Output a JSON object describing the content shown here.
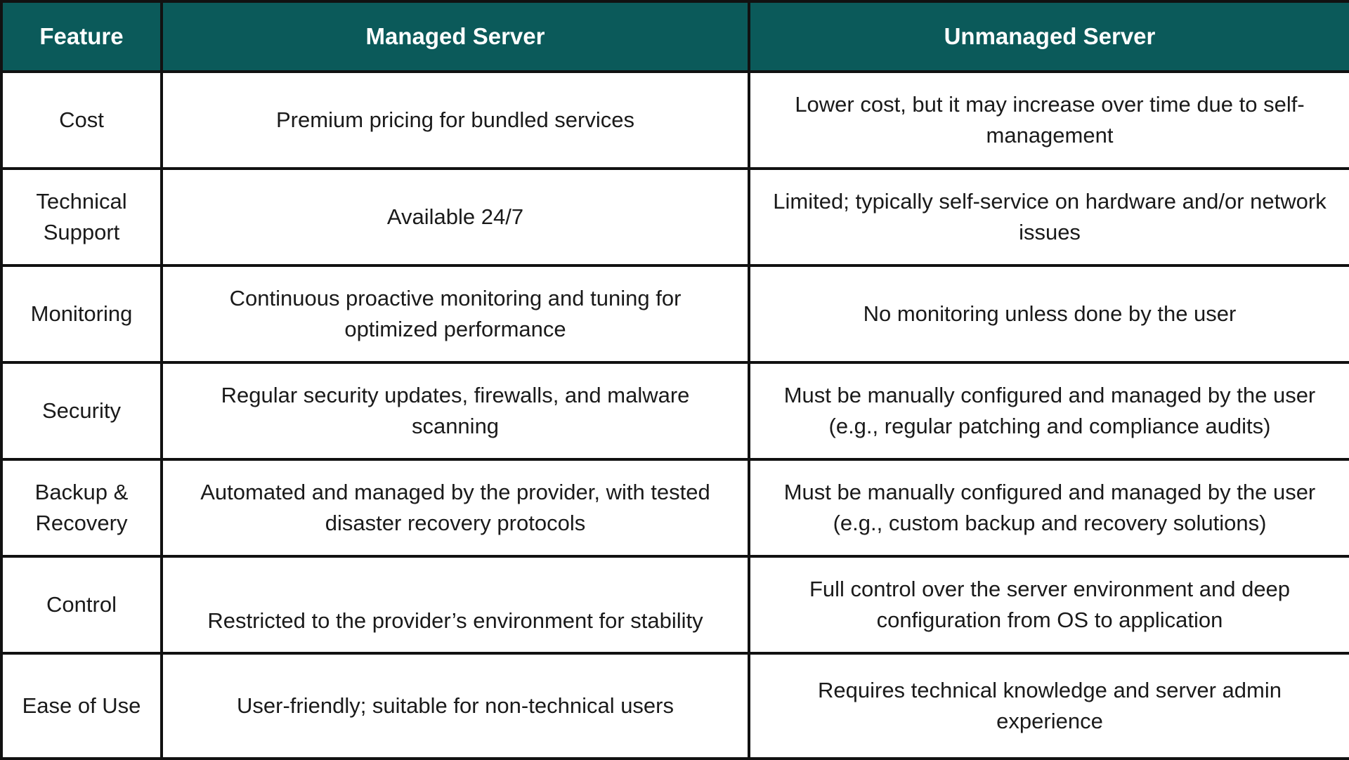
{
  "table": {
    "headers": [
      "Feature",
      "Managed Server",
      "Unmanaged Server"
    ],
    "rows": [
      {
        "feature": "Cost",
        "managed": "Premium pricing for bundled services",
        "unmanaged": "Lower cost, but it may increase over time due to self-management"
      },
      {
        "feature": "Technical Support",
        "managed": "Available 24/7",
        "unmanaged": "Limited; typically self-service on hardware and/or network issues"
      },
      {
        "feature": "Monitoring",
        "managed": "Continuous proactive monitoring and tuning for optimized performance",
        "unmanaged": "No monitoring unless done by the user"
      },
      {
        "feature": "Security",
        "managed": "Regular security updates, firewalls, and malware scanning",
        "unmanaged": "Must be manually configured and managed by the user (e.g., regular patching and compliance audits)"
      },
      {
        "feature": "Backup & Recovery",
        "managed": "Automated and managed by the provider, with tested disaster recovery protocols",
        "unmanaged": "Must be manually configured and managed by the user (e.g., custom backup and recovery solutions)"
      },
      {
        "feature": "Control",
        "managed": "Restricted to the provider’s environment for stability",
        "unmanaged": "Full control over the server environment and deep configuration from OS to application"
      },
      {
        "feature": "Ease of Use",
        "managed": "User-friendly; suitable for non-technical users",
        "unmanaged": "Requires technical knowledge and server admin experience"
      }
    ]
  },
  "colors": {
    "header_bg": "#0b5a5a",
    "header_text": "#ffffff",
    "border": "#111111",
    "body_text": "#1a1a1a"
  }
}
